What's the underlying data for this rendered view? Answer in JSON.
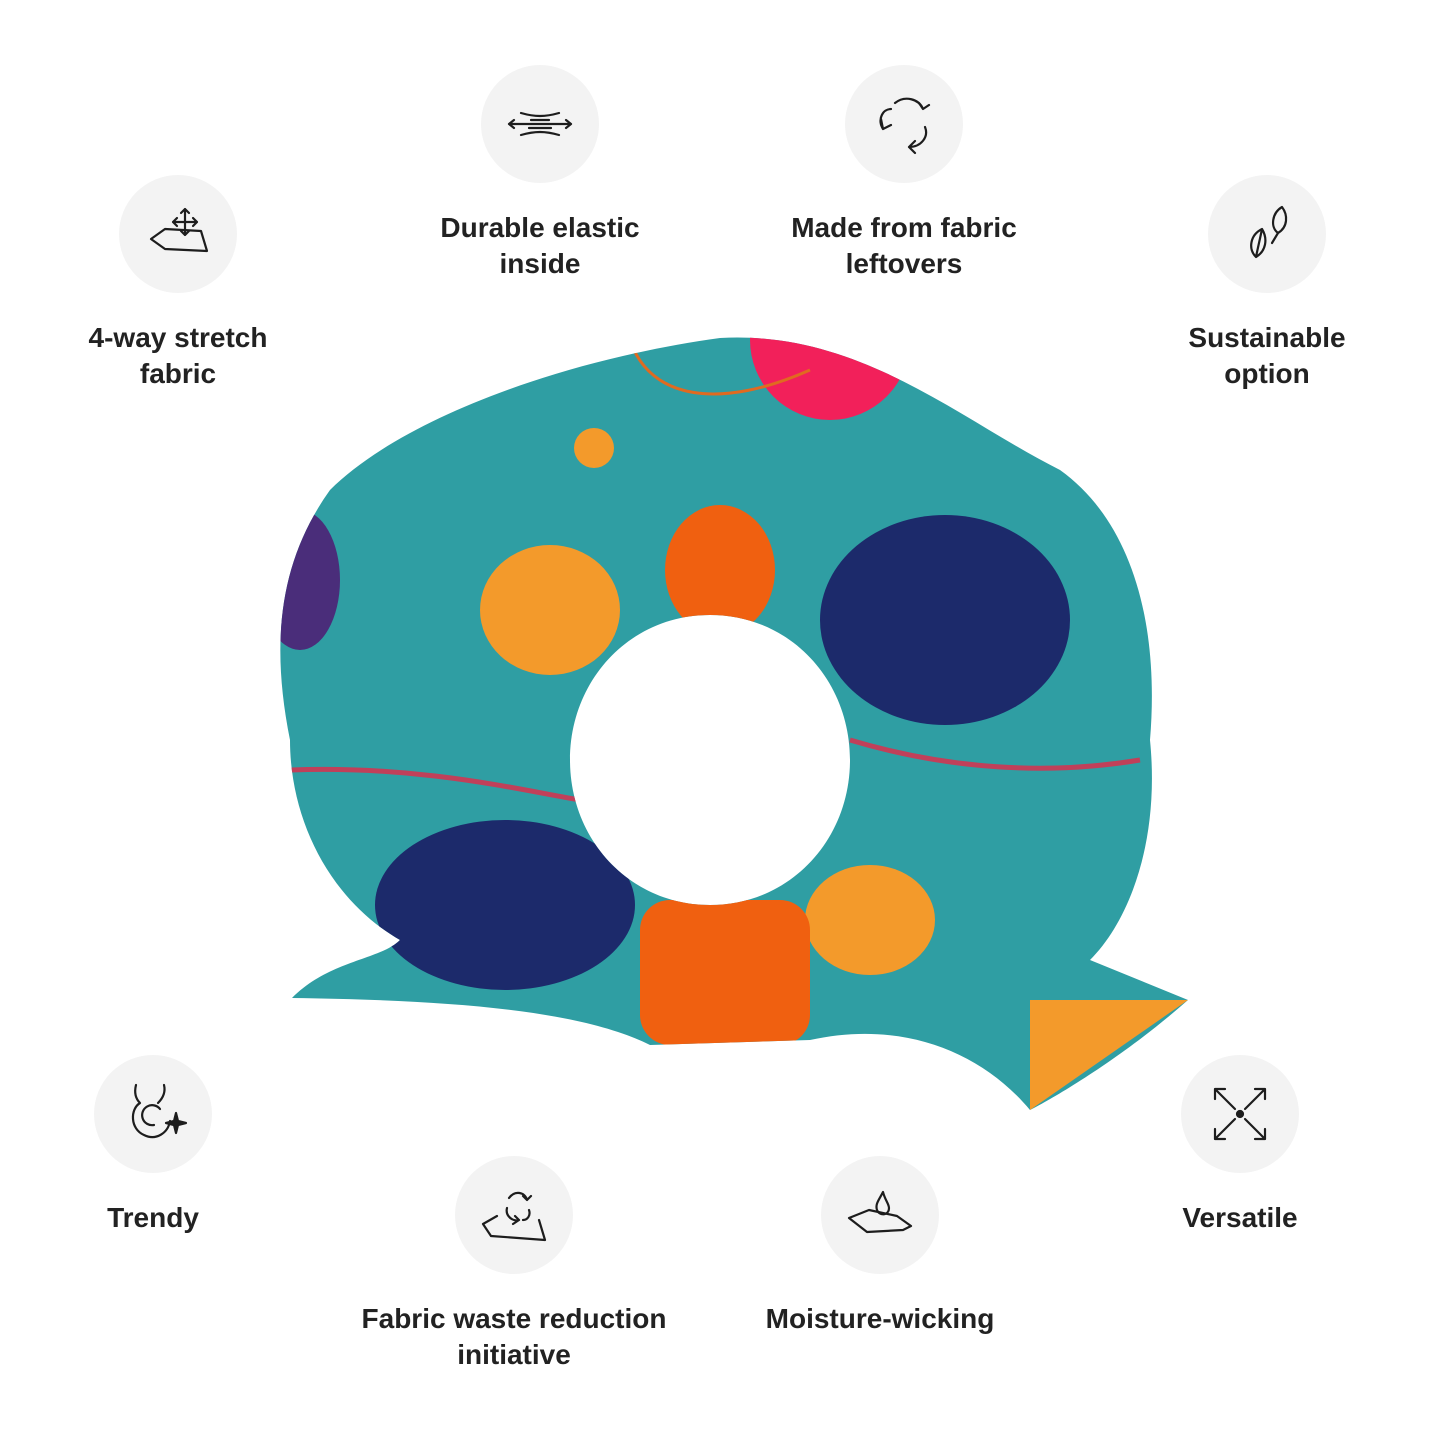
{
  "features": [
    {
      "label": "4-way stretch fabric",
      "line1": "4-way stretch",
      "line2": "fabric",
      "icon": "stretch-arrows-icon"
    },
    {
      "label": "Durable elastic inside",
      "line1": "Durable elastic",
      "line2": "inside",
      "icon": "elastic-icon"
    },
    {
      "label": "Made from fabric leftovers",
      "line1": "Made from fabric",
      "line2": "leftovers",
      "icon": "recycle-icon"
    },
    {
      "label": "Sustainable option",
      "line1": "Sustainable",
      "line2": "option",
      "icon": "leaf-icon"
    },
    {
      "label": "Trendy",
      "line1": "Trendy",
      "line2": "",
      "icon": "trendy-icon"
    },
    {
      "label": "Fabric waste reduction initiative",
      "line1": "Fabric waste reduction",
      "line2": "initiative",
      "icon": "fabric-recycle-icon"
    },
    {
      "label": "Moisture-wicking",
      "line1": "Moisture-wicking",
      "line2": "",
      "icon": "water-drop-icon"
    },
    {
      "label": "Versatile",
      "line1": "Versatile",
      "line2": "",
      "icon": "expand-arrows-icon"
    }
  ],
  "colors": {
    "teal": "#2f9ea3",
    "navy": "#1c2a6b",
    "orange": "#f06010",
    "yellow": "#f39a2b",
    "pink": "#f2205a",
    "circle_bg": "#f3f3f3"
  }
}
